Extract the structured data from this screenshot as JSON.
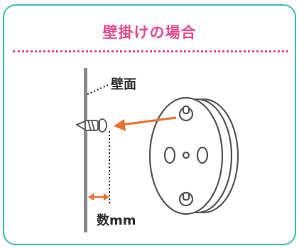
{
  "title": "壁掛けの場合",
  "labels": {
    "wall_surface": "壁面",
    "gap": "数mm"
  },
  "colors": {
    "frame": "#3bbfb2",
    "title": "#e8478d",
    "arrow": "#e8712b",
    "line": "#555555"
  },
  "icons": [
    "screw-icon",
    "device-back-icon",
    "arrow-icon"
  ]
}
